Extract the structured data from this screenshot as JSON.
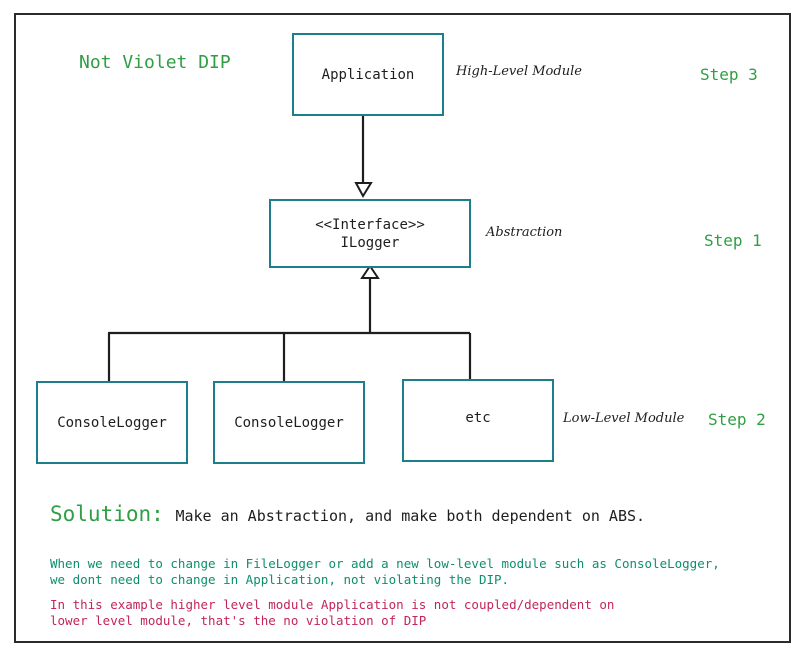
{
  "title": "Not Violet DIP",
  "boxes": {
    "application": "Application",
    "interface_stereotype": "<<Interface>>",
    "interface_name": "ILogger",
    "console_logger_1": "ConsoleLogger",
    "console_logger_2": "ConsoleLogger",
    "etc": "etc"
  },
  "labels": {
    "high_level": "High-Level Module",
    "abstraction": "Abstraction",
    "low_level": "Low-Level Module"
  },
  "steps": {
    "step3": "Step 3",
    "step1": "Step 1",
    "step2": "Step 2"
  },
  "solution": {
    "heading": "Solution:",
    "text": "Make an Abstraction, and make both dependent on ABS."
  },
  "notes": {
    "green_line1": "When we need to change in FileLogger or add a new low-level module such as ConsoleLogger,",
    "green_line2": "we dont need to change in Application, not violating the DIP.",
    "red_line1": "In this example higher level module Application is not coupled/dependent on",
    "red_line2": "lower level module, that's the no violation of DIP"
  },
  "colors": {
    "box_border": "#1e7f8c",
    "step_green": "#2f9e44",
    "note_green": "#0c8f6e",
    "note_red": "#c2255c"
  }
}
